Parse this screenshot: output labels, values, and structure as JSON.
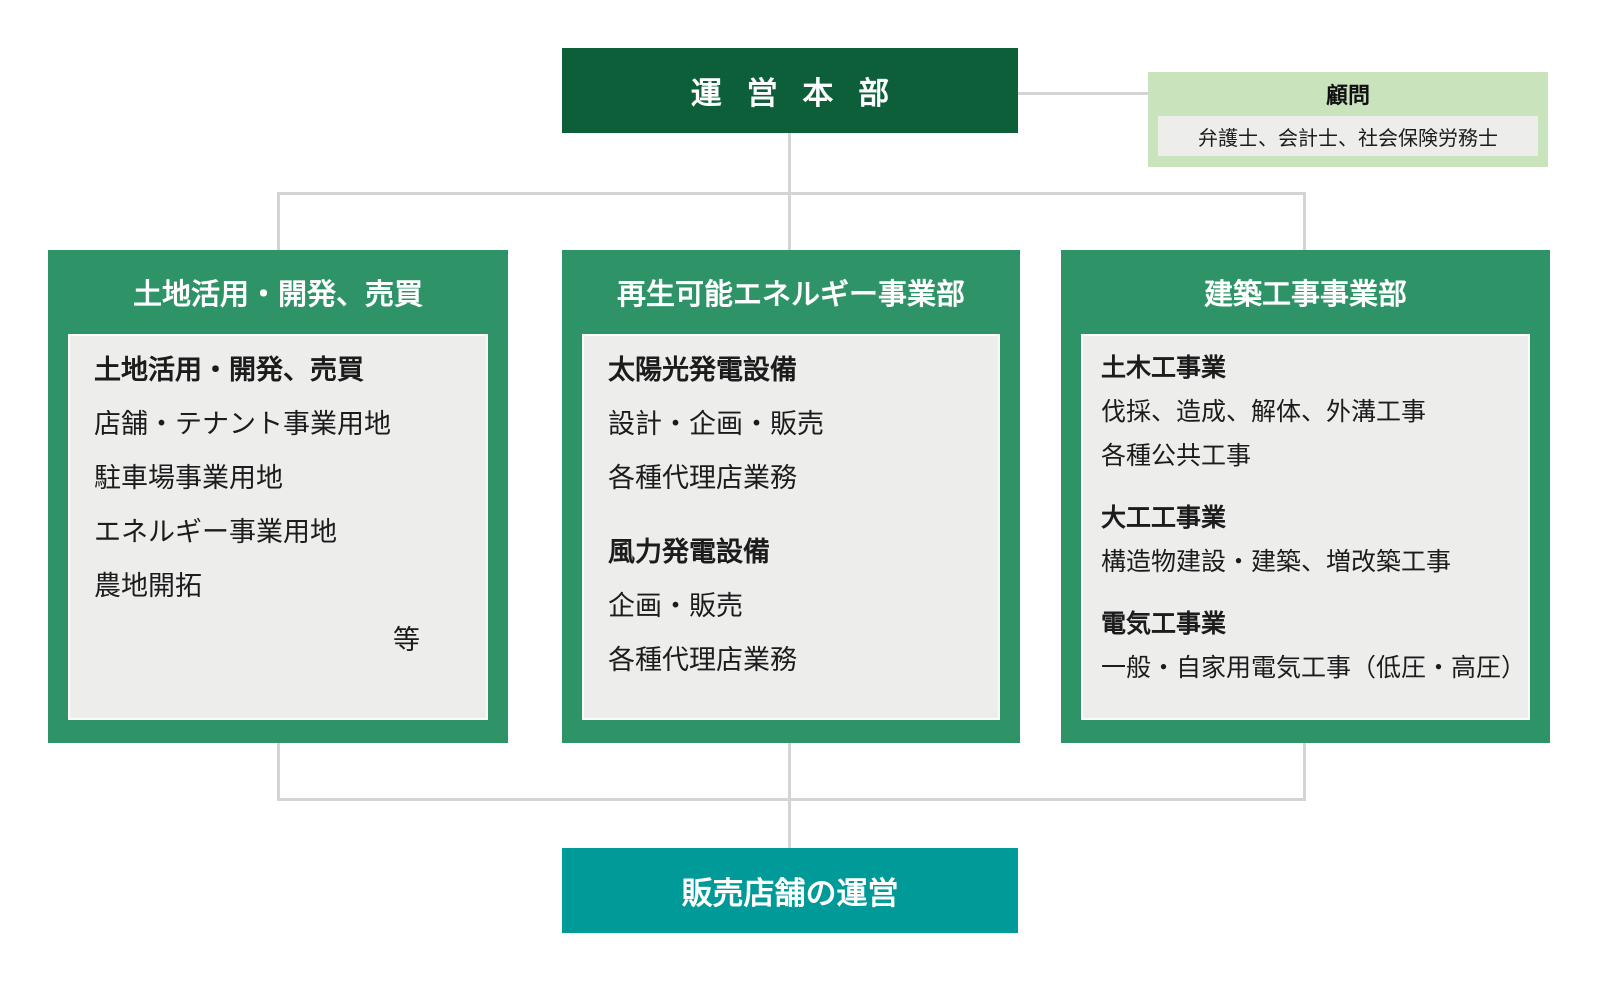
{
  "root": {
    "label": "運営本部"
  },
  "advisor": {
    "title": "顧問",
    "members": "弁護士、会計士、社会保険労務士"
  },
  "departments": [
    {
      "title": "土地活用・開発、売買",
      "groups": [
        {
          "heading": "土地活用・開発、売買",
          "items": [
            "店舗・テナント事業用地",
            "駐車場事業用地",
            "エネルギー事業用地",
            "農地開拓"
          ]
        }
      ],
      "etc": "等"
    },
    {
      "title": "再生可能エネルギー事業部",
      "groups": [
        {
          "heading": "太陽光発電設備",
          "items": [
            "設計・企画・販売",
            "各種代理店業務"
          ]
        },
        {
          "heading": "風力発電設備",
          "items": [
            "企画・販売",
            "各種代理店業務"
          ]
        }
      ]
    },
    {
      "title": "建築工事事業部",
      "groups": [
        {
          "heading": "土木工事業",
          "items": [
            "伐採、造成、解体、外溝工事",
            "各種公共工事"
          ]
        },
        {
          "heading": "大工工事業",
          "items": [
            "構造物建設・建築、増改築工事"
          ]
        },
        {
          "heading": "電気工事業",
          "items": [
            "一般・自家用電気工事（低圧・高圧）"
          ]
        }
      ]
    }
  ],
  "bottom": {
    "label": "販売店舗の運営"
  },
  "colors": {
    "root_green": "#0c5f38",
    "dept_green": "#2f9368",
    "teal": "#009a98",
    "advisor_green": "#c9e3bd",
    "panel_gray": "#ededec",
    "line_gray": "#d4d4d4",
    "text_dark": "#1c1c1c"
  }
}
